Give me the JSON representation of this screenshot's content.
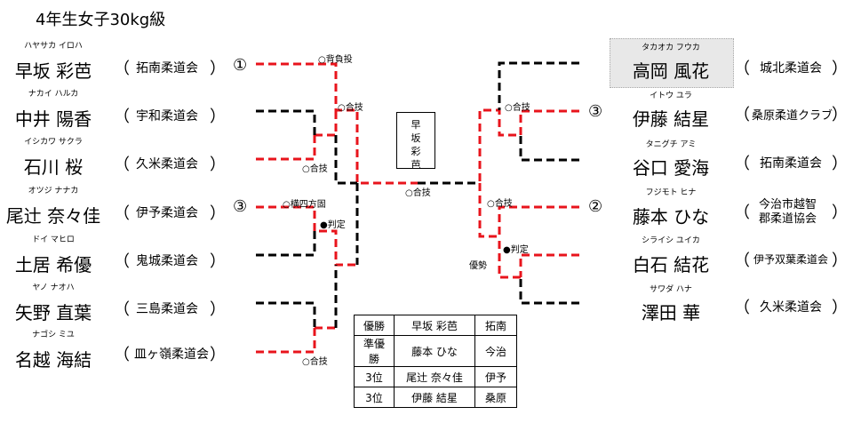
{
  "title": "4年生女子30kg級",
  "left": [
    {
      "kana": "ハヤサカ イロハ",
      "name": "早坂 彩芭",
      "club": "拓南柔道会",
      "seed": "①"
    },
    {
      "kana": "ナカイ ハルカ",
      "name": "中井 陽香",
      "club": "宇和柔道会",
      "seed": ""
    },
    {
      "kana": "イシカワ サクラ",
      "name": "石川 桜",
      "club": "久米柔道会",
      "seed": ""
    },
    {
      "kana": "オツジ ナナカ",
      "name": "尾辻 奈々佳",
      "club": "伊予柔道会",
      "seed": "③"
    },
    {
      "kana": "ドイ マヒロ",
      "name": "土居 希優",
      "club": "鬼城柔道会",
      "seed": ""
    },
    {
      "kana": "ヤノ ナオハ",
      "name": "矢野 直葉",
      "club": "三島柔道会",
      "seed": ""
    },
    {
      "kana": "ナゴシ ミユ",
      "name": "名越 海結",
      "club": "皿ヶ嶺柔道会",
      "seed": ""
    }
  ],
  "right": [
    {
      "kana": "タカオカ フウカ",
      "name": "高岡 風花",
      "club": "城北柔道会",
      "seed": ""
    },
    {
      "kana": "イトウ ユラ",
      "name": "伊藤 結星",
      "club": "桑原柔道クラブ",
      "seed": "③"
    },
    {
      "kana": "タニグチ アミ",
      "name": "谷口 愛海",
      "club": "拓南柔道会",
      "seed": ""
    },
    {
      "kana": "フジモト ヒナ",
      "name": "藤本 ひな",
      "club_line1": "今治市越智",
      "club_line2": "郡柔道協会",
      "seed": "②"
    },
    {
      "kana": "シライシ ユイカ",
      "name": "白石 結花",
      "club": "伊予双葉柔道会",
      "seed": ""
    },
    {
      "kana": "サワダ ハナ",
      "name": "澤田 華",
      "club": "久米柔道会",
      "seed": ""
    }
  ],
  "paren_open": "（",
  "paren_close": "）",
  "annotations": {
    "seoi": "○背負投",
    "gogi": "○合技",
    "yoko": "○横四方固",
    "hantei": "●判定",
    "yusei": "優勢"
  },
  "center_winner": [
    "早",
    "坂",
    "彩",
    "芭"
  ],
  "results": [
    [
      "優勝",
      "早坂 彩芭",
      "拓南"
    ],
    [
      "準優勝",
      "藤本 ひな",
      "今治"
    ],
    [
      "3位",
      "尾辻 奈々佳",
      "伊予"
    ],
    [
      "3位",
      "伊藤 結星",
      "桑原"
    ]
  ],
  "colors": {
    "winner": "#e8141c",
    "loser": "#000000"
  }
}
